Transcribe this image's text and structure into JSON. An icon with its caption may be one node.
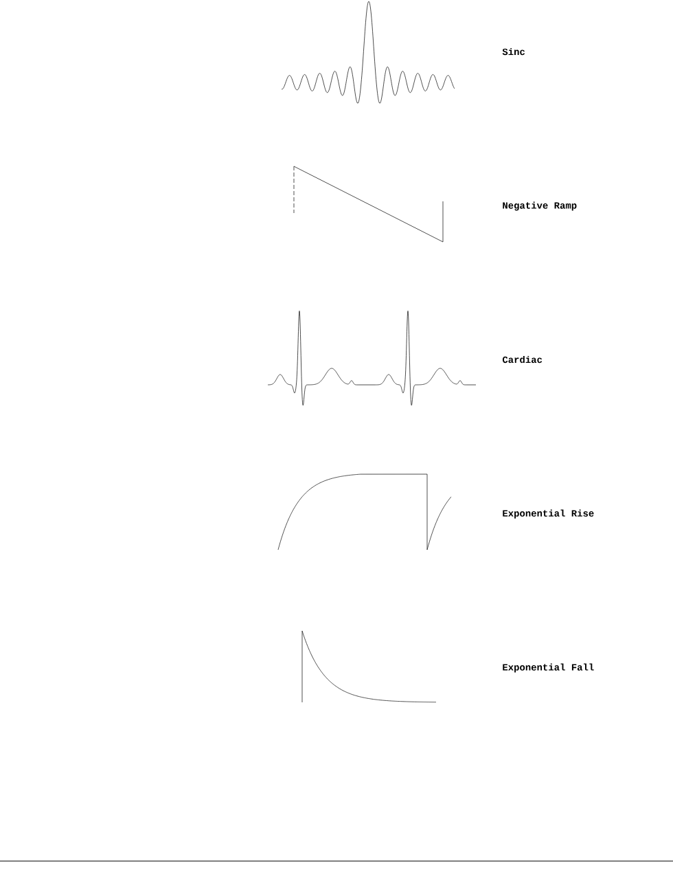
{
  "diagram": {
    "labels": [
      "Sinc",
      "Negative Ramp",
      "Cardiac",
      "Exponential Rise",
      "Exponential Fall"
    ]
  }
}
